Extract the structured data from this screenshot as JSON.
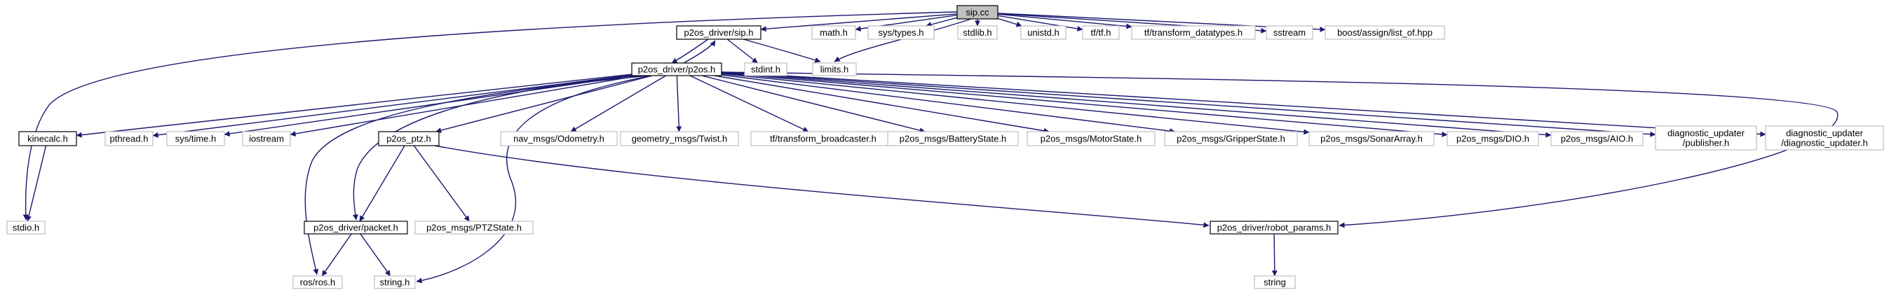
{
  "colors": {
    "edge": "#191970",
    "background": "#ffffff",
    "root_fill": "#bfbfbf",
    "root_stroke": "#000000",
    "documented_fill": "#ffffff",
    "documented_stroke": "#000000",
    "external_fill": "#ffffff",
    "external_stroke": "#bfbfbf",
    "text": "#000000"
  },
  "nodes": [
    {
      "id": "sip_cc",
      "label": "sip.cc",
      "kind": "root"
    },
    {
      "id": "p2os_sip_h",
      "label": "p2os_driver/sip.h",
      "kind": "documented"
    },
    {
      "id": "math_h",
      "label": "math.h",
      "kind": "external"
    },
    {
      "id": "sys_types_h",
      "label": "sys/types.h",
      "kind": "external"
    },
    {
      "id": "stdlib_h",
      "label": "stdlib.h",
      "kind": "external"
    },
    {
      "id": "unistd_h",
      "label": "unistd.h",
      "kind": "external"
    },
    {
      "id": "tf_h",
      "label": "tf/tf.h",
      "kind": "external"
    },
    {
      "id": "tf_datatypes_h",
      "label": "tf/transform_datatypes.h",
      "kind": "external"
    },
    {
      "id": "sstream",
      "label": "sstream",
      "kind": "external"
    },
    {
      "id": "list_of_hpp",
      "label": "boost/assign/list_of.hpp",
      "kind": "external"
    },
    {
      "id": "p2os_h",
      "label": "p2os_driver/p2os.h",
      "kind": "documented"
    },
    {
      "id": "stdint_h",
      "label": "stdint.h",
      "kind": "external"
    },
    {
      "id": "limits_h",
      "label": "limits.h",
      "kind": "external"
    },
    {
      "id": "kinecalc_h",
      "label": "kinecalc.h",
      "kind": "documented"
    },
    {
      "id": "pthread_h",
      "label": "pthread.h",
      "kind": "external"
    },
    {
      "id": "sys_time_h",
      "label": "sys/time.h",
      "kind": "external"
    },
    {
      "id": "iostream",
      "label": "iostream",
      "kind": "external"
    },
    {
      "id": "p2os_ptz_h",
      "label": "p2os_ptz.h",
      "kind": "documented"
    },
    {
      "id": "odometry_h",
      "label": "nav_msgs/Odometry.h",
      "kind": "external"
    },
    {
      "id": "twist_h",
      "label": "geometry_msgs/Twist.h",
      "kind": "external"
    },
    {
      "id": "tf_broadcaster_h",
      "label": "tf/transform_broadcaster.h",
      "kind": "external"
    },
    {
      "id": "battery_h",
      "label": "p2os_msgs/BatteryState.h",
      "kind": "external"
    },
    {
      "id": "motor_h",
      "label": "p2os_msgs/MotorState.h",
      "kind": "external"
    },
    {
      "id": "gripper_h",
      "label": "p2os_msgs/GripperState.h",
      "kind": "external"
    },
    {
      "id": "sonar_h",
      "label": "p2os_msgs/SonarArray.h",
      "kind": "external"
    },
    {
      "id": "dio_h",
      "label": "p2os_msgs/DIO.h",
      "kind": "external"
    },
    {
      "id": "aio_h",
      "label": "p2os_msgs/AIO.h",
      "kind": "external"
    },
    {
      "id": "diag_pub_h",
      "label": "diagnostic_updater\n/publisher.h",
      "kind": "external"
    },
    {
      "id": "diag_upd_h",
      "label": "diagnostic_updater\n/diagnostic_updater.h",
      "kind": "external"
    },
    {
      "id": "stdio_h",
      "label": "stdio.h",
      "kind": "external"
    },
    {
      "id": "packet_h",
      "label": "p2os_driver/packet.h",
      "kind": "documented"
    },
    {
      "id": "ptzstate_h",
      "label": "p2os_msgs/PTZState.h",
      "kind": "external"
    },
    {
      "id": "robot_params_h",
      "label": "p2os_driver/robot_params.h",
      "kind": "documented"
    },
    {
      "id": "ros_h",
      "label": "ros/ros.h",
      "kind": "external"
    },
    {
      "id": "string_h",
      "label": "string.h",
      "kind": "external"
    },
    {
      "id": "string",
      "label": "string",
      "kind": "external"
    }
  ],
  "edges": [
    {
      "from": "sip_cc",
      "to": "p2os_sip_h"
    },
    {
      "from": "sip_cc",
      "to": "math_h"
    },
    {
      "from": "sip_cc",
      "to": "sys_types_h"
    },
    {
      "from": "sip_cc",
      "to": "stdlib_h"
    },
    {
      "from": "sip_cc",
      "to": "unistd_h"
    },
    {
      "from": "sip_cc",
      "to": "tf_h"
    },
    {
      "from": "sip_cc",
      "to": "tf_datatypes_h"
    },
    {
      "from": "sip_cc",
      "to": "sstream"
    },
    {
      "from": "sip_cc",
      "to": "list_of_hpp"
    },
    {
      "from": "sip_cc",
      "to": "stdio_h"
    },
    {
      "from": "sip_cc",
      "to": "limits_h"
    },
    {
      "from": "p2os_sip_h",
      "to": "p2os_h"
    },
    {
      "from": "p2os_sip_h",
      "to": "stdint_h"
    },
    {
      "from": "p2os_sip_h",
      "to": "limits_h"
    },
    {
      "from": "p2os_h",
      "to": "p2os_sip_h"
    },
    {
      "from": "p2os_h",
      "to": "kinecalc_h"
    },
    {
      "from": "p2os_h",
      "to": "pthread_h"
    },
    {
      "from": "p2os_h",
      "to": "sys_time_h"
    },
    {
      "from": "p2os_h",
      "to": "iostream"
    },
    {
      "from": "p2os_h",
      "to": "p2os_ptz_h"
    },
    {
      "from": "p2os_h",
      "to": "odometry_h"
    },
    {
      "from": "p2os_h",
      "to": "twist_h"
    },
    {
      "from": "p2os_h",
      "to": "tf_broadcaster_h"
    },
    {
      "from": "p2os_h",
      "to": "battery_h"
    },
    {
      "from": "p2os_h",
      "to": "motor_h"
    },
    {
      "from": "p2os_h",
      "to": "gripper_h"
    },
    {
      "from": "p2os_h",
      "to": "sonar_h"
    },
    {
      "from": "p2os_h",
      "to": "dio_h"
    },
    {
      "from": "p2os_h",
      "to": "aio_h"
    },
    {
      "from": "p2os_h",
      "to": "diag_pub_h"
    },
    {
      "from": "p2os_h",
      "to": "diag_upd_h"
    },
    {
      "from": "p2os_h",
      "to": "packet_h"
    },
    {
      "from": "p2os_h",
      "to": "robot_params_h"
    },
    {
      "from": "p2os_h",
      "to": "ros_h"
    },
    {
      "from": "p2os_h",
      "to": "string_h"
    },
    {
      "from": "kinecalc_h",
      "to": "stdio_h"
    },
    {
      "from": "p2os_ptz_h",
      "to": "packet_h"
    },
    {
      "from": "p2os_ptz_h",
      "to": "ptzstate_h"
    },
    {
      "from": "p2os_ptz_h",
      "to": "robot_params_h"
    },
    {
      "from": "packet_h",
      "to": "ros_h"
    },
    {
      "from": "packet_h",
      "to": "string_h"
    },
    {
      "from": "robot_params_h",
      "to": "string"
    }
  ]
}
